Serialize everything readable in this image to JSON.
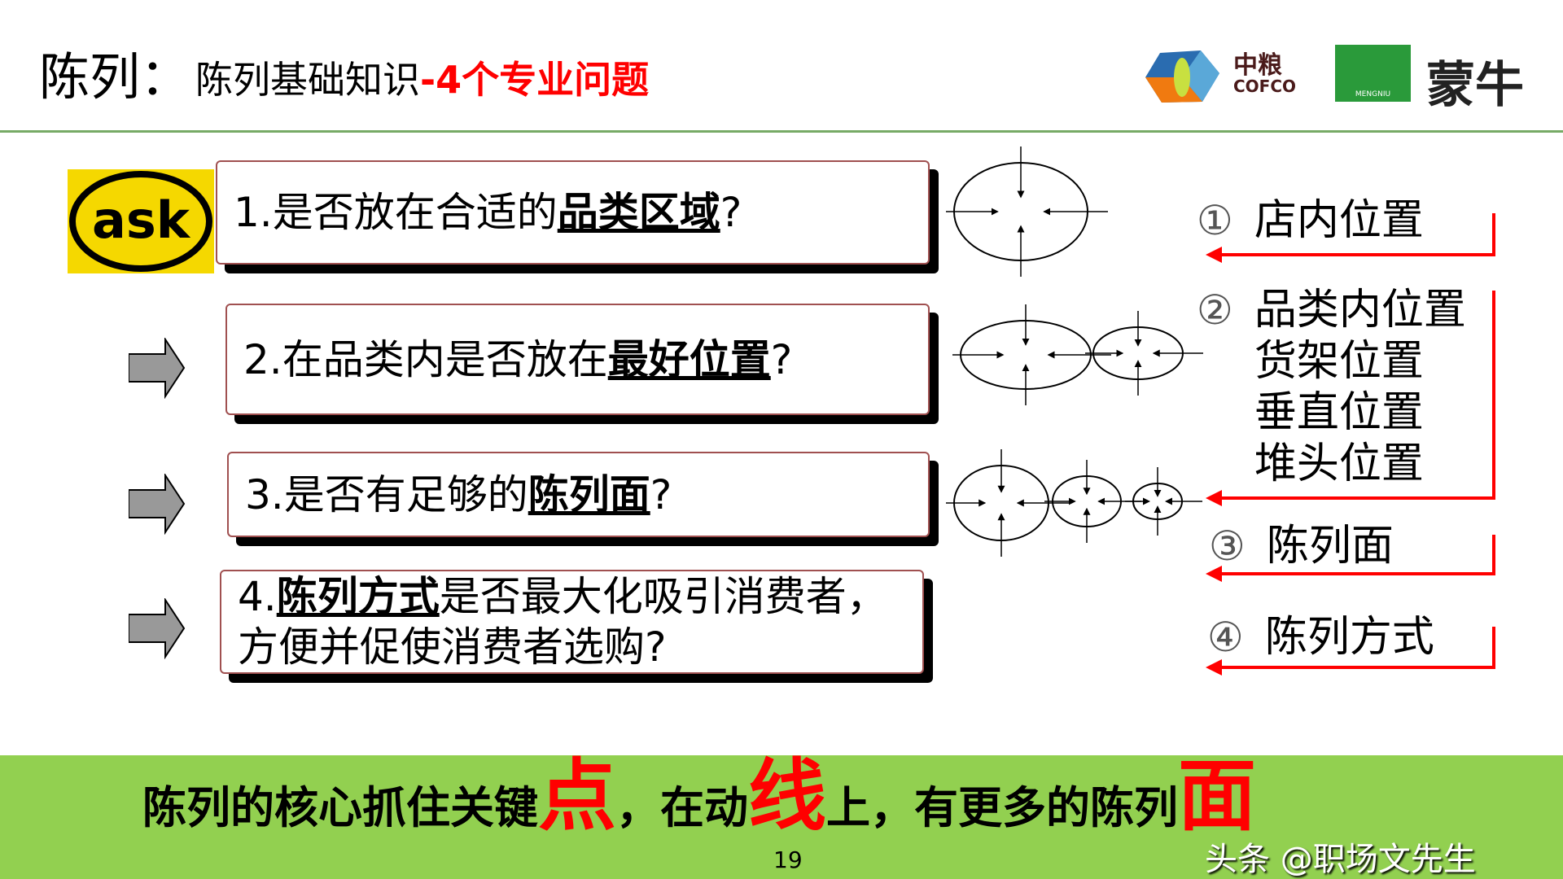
{
  "header": {
    "title": "陈列：",
    "subtitle": "陈列基础知识",
    "subtitle_highlight": "-4个专业问题",
    "logos": {
      "cofco_cn": "中粮",
      "cofco_en": "COFCO",
      "mengniu": "蒙牛",
      "mengniu_en": "MENGNIU"
    }
  },
  "ask_logo": "ask",
  "questions": [
    {
      "pre": "1.是否放在合适的",
      "bold": "品类区域",
      "post": "?"
    },
    {
      "pre": "2.在品类内是否放在",
      "bold": "最好位置",
      "post": "?"
    },
    {
      "pre": "3.是否有足够的",
      "bold": "陈列面",
      "post": "?"
    },
    {
      "pre": "4.",
      "bold": "陈列方式",
      "post": "是否最大化吸引消费者，",
      "line2": "方便并促使消费者选购?"
    }
  ],
  "labels": [
    {
      "num": "①",
      "lines": [
        "店内位置"
      ]
    },
    {
      "num": "②",
      "lines": [
        "品类内位置",
        "货架位置",
        "垂直位置",
        "堆头位置"
      ]
    },
    {
      "num": "③",
      "lines": [
        "陈列面"
      ]
    },
    {
      "num": "④",
      "lines": [
        "陈列方式"
      ]
    }
  ],
  "banner": {
    "p1": "陈列的核心抓住关键",
    "big1": "点",
    "p2": "，在动",
    "big2": "线",
    "p3": "上，有更多的陈列",
    "big3": "面"
  },
  "page_number": "19",
  "watermark": "头条 @职场文先生",
  "colors": {
    "accent_red": "#ff0000",
    "banner_green": "#92d050",
    "rule_green": "#77aa66",
    "ask_yellow": "#f5d800"
  }
}
